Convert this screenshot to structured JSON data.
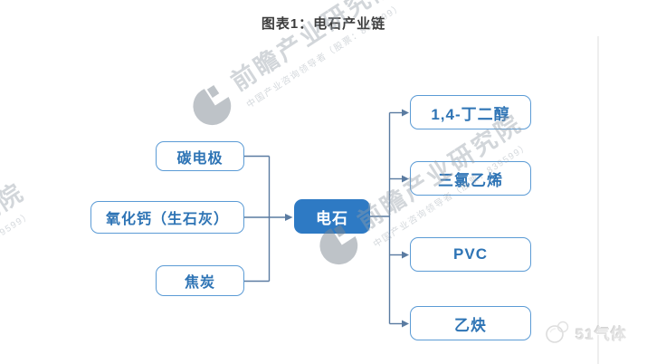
{
  "title": "图表1：电石产业链",
  "diagram": {
    "inputs": [
      {
        "label": "碳电极"
      },
      {
        "label": "氧化钙（生石灰）"
      },
      {
        "label": "焦炭"
      }
    ],
    "center": {
      "label": "电石"
    },
    "outputs": [
      {
        "label": "1,4-丁二醇"
      },
      {
        "label": "三氯乙烯"
      },
      {
        "label": "PVC"
      },
      {
        "label": "乙炔"
      }
    ]
  },
  "watermark": {
    "brand_large": "前瞻产业研究院",
    "brand_small": "中国产业咨询领导者（股票：839599）"
  },
  "footer_logo": {
    "text": "51气体"
  },
  "colors": {
    "box_border": "#5b9bd5",
    "box_text": "#2e74b5",
    "center_fill": "#2e7ac4",
    "center_text": "#ffffff",
    "connector": "#5a7ba1",
    "title_text": "#3b3b3b",
    "watermark_gray": "#949da8"
  }
}
